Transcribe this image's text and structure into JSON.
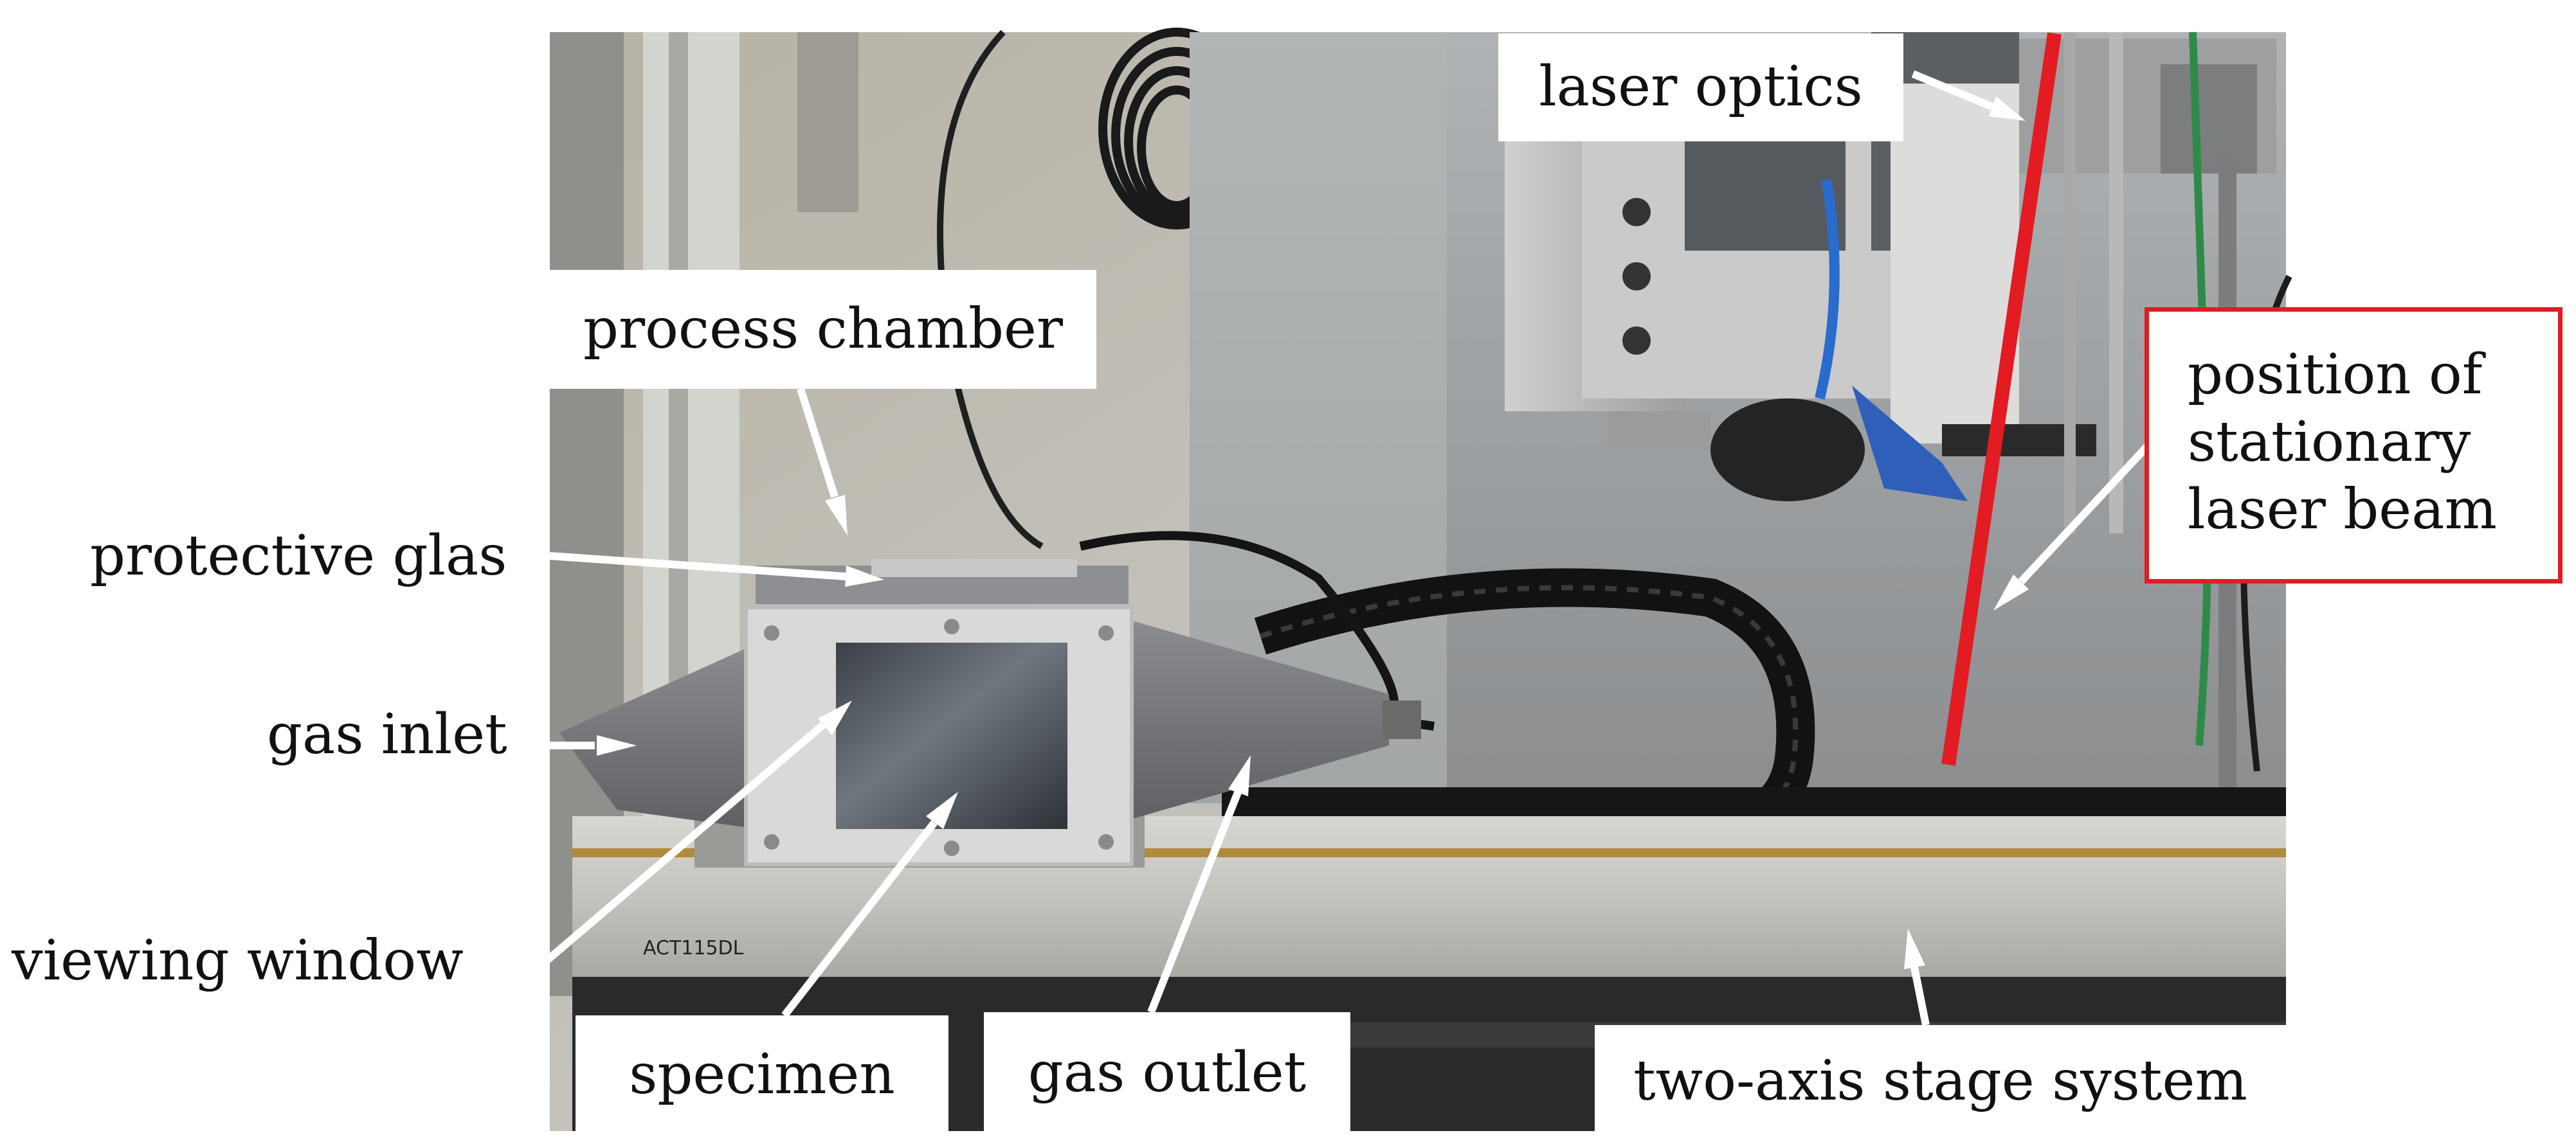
{
  "figure": {
    "labels": {
      "laser_optics": "laser optics",
      "process_chamber": "process chamber",
      "protective_glas": "protective glas",
      "gas_inlet": "gas inlet",
      "viewing_window": "viewing window",
      "specimen": "specimen",
      "gas_outlet": "gas outlet",
      "two_axis_stage": "two-axis stage system",
      "laser_beam_line1": "position of",
      "laser_beam_line2": "stationary",
      "laser_beam_line3": "laser beam"
    },
    "stage_marking": "ACT115DL"
  },
  "colors": {
    "highlight": "#e31b23",
    "arrow": "#ffffff",
    "chamber": "#7b7c80",
    "background_wall": "#b9b6ae",
    "stage": "#c9c9c6"
  }
}
